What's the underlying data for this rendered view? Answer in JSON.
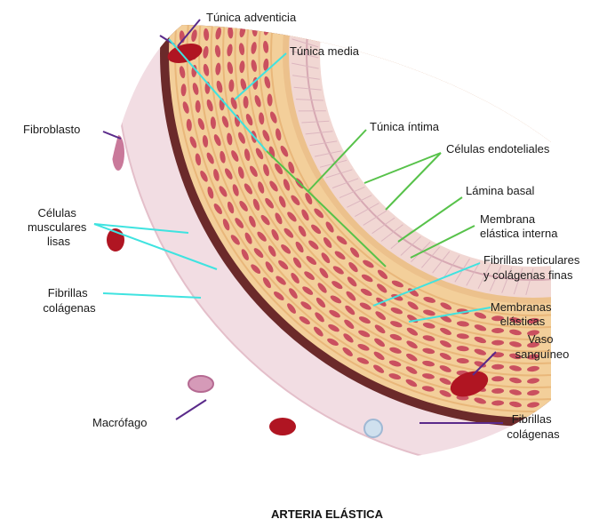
{
  "labels": {
    "tunica_adventicia": "Túnica adventicia",
    "tunica_media": "Túnica media",
    "fibroblasto": "Fibroblasto",
    "tunica_intima": "Túnica íntima",
    "celulas_endoteliales": "Células endoteliales",
    "lamina_basal": "Lámina basal",
    "membrana_elastica_interna": [
      "Membrana",
      "elástica interna"
    ],
    "celulas_musculares_lisas": [
      "Células",
      "musculares",
      "lisas"
    ],
    "fibrillas_reticulares": [
      "Fibrillas reticulares",
      "y colágenas finas"
    ],
    "fibrillas_colagenas_left": [
      "Fibrillas",
      "colágenas"
    ],
    "membranas_elasticas": [
      "Membranas",
      "elásticas"
    ],
    "vaso_sanguineo": [
      "Vaso",
      "sanguíneo"
    ],
    "macrofago": "Macrófago",
    "fibrillas_colagenas_right": [
      "Fibrillas",
      "colágenas"
    ]
  },
  "title": "ARTERIA ELÁSTICA",
  "colors": {
    "leader_cyan": "#3fe3e0",
    "leader_green": "#57c24a",
    "leader_purple": "#5a2a8a",
    "adventitia": "#f2dde3",
    "media_band": "#f3cf9a",
    "muscle_cell": "#c23a55",
    "intima": "#f4e3e0",
    "blood_vessel": "#b01522"
  }
}
